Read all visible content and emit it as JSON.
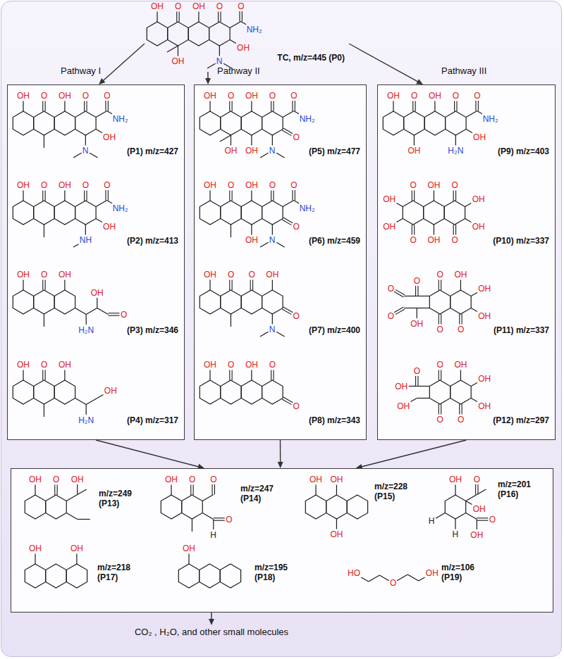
{
  "diagram": {
    "nodes": [
      {
        "text": [
          "TC, m/z=445 (P0)"
        ]
      },
      {
        "text": [
          "Pathway I"
        ]
      },
      {
        "text": [
          "(P1) m/z=427"
        ],
        "in": 1
      },
      {
        "text": [
          "(P2) m/z=413"
        ],
        "in": 1
      },
      {
        "text": [
          "(P3) m/z=346"
        ],
        "in": 1
      },
      {
        "text": [
          "(P4) m/z=317"
        ],
        "in": 1
      },
      {
        "text": [
          "Pathway II"
        ]
      },
      {
        "text": [
          "(P5) m/z=477"
        ],
        "in": 6
      },
      {
        "text": [
          "(P6) m/z=459"
        ],
        "in": 6
      },
      {
        "text": [
          "(P7) m/z=400"
        ],
        "in": 6
      },
      {
        "text": [
          "(P8) m/z=343"
        ],
        "in": 6
      },
      {
        "text": [
          "Pathway III"
        ]
      },
      {
        "text": [
          "(P9) m/z=403"
        ],
        "in": 11
      },
      {
        "text": [
          "(P10) m/z=337"
        ],
        "in": 11
      },
      {
        "text": [
          "(P11) m/z=337"
        ],
        "in": 11
      },
      {
        "text": [
          "(P12) m/z=297"
        ],
        "in": 11
      },
      {
        "text": []
      },
      {
        "text": [
          "m/z=249 (P13)"
        ],
        "in": 16
      },
      {
        "text": [
          "m/z=247 (P14)"
        ],
        "in": 16
      },
      {
        "text": [
          "m/z=228 (P15)"
        ],
        "in": 16
      },
      {
        "text": [
          "m/z=201 (P16)"
        ],
        "in": 16
      },
      {
        "text": [
          "m/z=218 (P17)"
        ],
        "in": 16
      },
      {
        "text": [
          "m/z=195 (P18)"
        ],
        "in": 16
      },
      {
        "text": [
          "m/z=106 (P19)"
        ],
        "in": 16
      },
      {
        "text": [
          "CO₂ , H₂O, and other small molecules"
        ]
      }
    ],
    "edges": [
      {
        "from": 0,
        "to": 1,
        "arrow": "to"
      },
      {
        "from": 0,
        "to": 6,
        "arrow": "to"
      },
      {
        "from": 0,
        "to": 11,
        "arrow": "to"
      },
      {
        "from": 2,
        "to": 3,
        "arrow": "to"
      },
      {
        "from": 3,
        "to": 4,
        "arrow": "to"
      },
      {
        "from": 4,
        "to": 5,
        "arrow": "to"
      },
      {
        "from": 7,
        "to": 8,
        "arrow": "to"
      },
      {
        "from": 8,
        "to": 9,
        "arrow": "to"
      },
      {
        "from": 9,
        "to": 10,
        "arrow": "to"
      },
      {
        "from": 12,
        "to": 13,
        "arrow": "to"
      },
      {
        "from": 13,
        "to": 14,
        "arrow": "to"
      },
      {
        "from": 14,
        "to": 15,
        "arrow": "to"
      },
      {
        "from": 1,
        "to": 16,
        "arrow": "to"
      },
      {
        "from": 6,
        "to": 16,
        "arrow": "to"
      },
      {
        "from": 11,
        "to": 16,
        "arrow": "to"
      },
      {
        "from": 16,
        "to": 24,
        "arrow": "to"
      }
    ],
    "labels": [
      "OH",
      "O",
      "OH",
      "O",
      "O",
      "NH₂",
      "OH",
      "N",
      "OH",
      "OH",
      "O",
      "OH",
      "O",
      "O",
      "NH₂",
      "OH",
      "N",
      "OH",
      "O",
      "OH",
      "O",
      "O",
      "NH₂",
      "OH",
      "NH",
      "OH",
      "O",
      "OH",
      "H₂N",
      "OH",
      "O",
      "OH",
      "O",
      "OH",
      "H₂N",
      "OH",
      "OH",
      "O",
      "OH",
      "O",
      "O",
      "NH₂",
      "O",
      "N",
      "OH",
      "OH",
      "OH",
      "O",
      "OH",
      "O",
      "O",
      "NH₂",
      "O",
      "N",
      "OH",
      "OH",
      "O",
      "O",
      "OH",
      "O",
      "N",
      "OH",
      "O",
      "OH",
      "O",
      "O",
      "OH",
      "O",
      "OH",
      "O",
      "O",
      "NH₂",
      "OH",
      "H₂N",
      "OH",
      "O",
      "OH",
      "O",
      "OH",
      "OH",
      "O",
      "OH",
      "OH",
      "OH",
      "O",
      "O",
      "O",
      "OH",
      "O",
      "O",
      "OH",
      "OH",
      "OH",
      "O",
      "O",
      "O",
      "OH",
      "OH",
      "O",
      "OH",
      "OH",
      "OH",
      "O",
      "O",
      "OH",
      "O",
      "OH",
      "OH",
      "O",
      "O",
      "O",
      "H",
      "OH",
      "OH",
      "OH",
      "OH",
      "OH",
      "O",
      "O",
      "OH",
      "H",
      "H",
      "OH",
      "OH",
      "OH",
      "HO",
      "O",
      "OH"
    ]
  }
}
